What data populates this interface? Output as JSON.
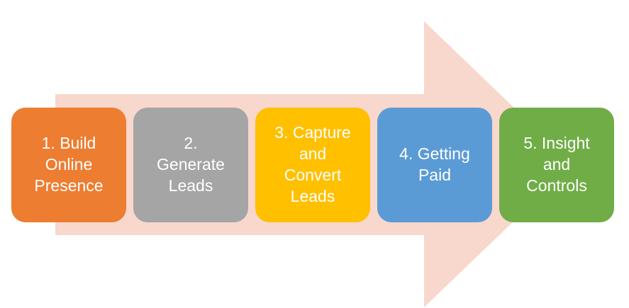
{
  "steps": [
    {
      "label": "1. Build\nOnline\nPresence",
      "color": "#ED7D31"
    },
    {
      "label": "2.\nGenerate\nLeads",
      "color": "#A5A5A5"
    },
    {
      "label": "3. Capture\nand\nConvert\nLeads",
      "color": "#FFC000"
    },
    {
      "label": "4. Getting\nPaid",
      "color": "#5B9BD5"
    },
    {
      "label": "5. Insight\nand\nControls",
      "color": "#70AD47"
    }
  ],
  "arrow_color": "#F8D7CD"
}
